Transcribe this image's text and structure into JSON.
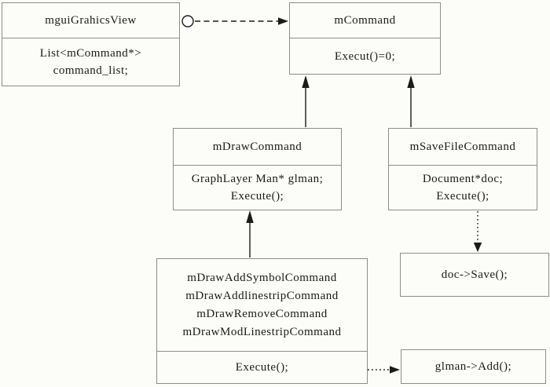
{
  "colors": {
    "background": "#fcfcf8",
    "border": "#8d8d8d",
    "line": "#1b1b1b",
    "text": "#1b1b1b"
  },
  "classes": {
    "view": {
      "name": "mguiGrahicsView",
      "members": [
        "List<mCommand*>",
        "command_list;"
      ]
    },
    "command": {
      "name": "mCommand",
      "members": [
        "Execut()=0;"
      ]
    },
    "draw": {
      "name": "mDrawCommand",
      "members": [
        "GraphLayer Man* glman;",
        "Execute();"
      ]
    },
    "savefile": {
      "name": "mSaveFileCommand",
      "members": [
        "Document*doc;",
        "Execute();"
      ]
    },
    "subclasses": {
      "names": [
        "mDrawAddSymbolCommand",
        "mDrawAddlinestripCommand",
        "mDrawRemoveCommand",
        "mDrawModLinestripCommand"
      ],
      "members": [
        "Execute();"
      ]
    },
    "doc_save": {
      "label": "doc->Save();"
    },
    "glman_add": {
      "label": "glman->Add();"
    }
  }
}
